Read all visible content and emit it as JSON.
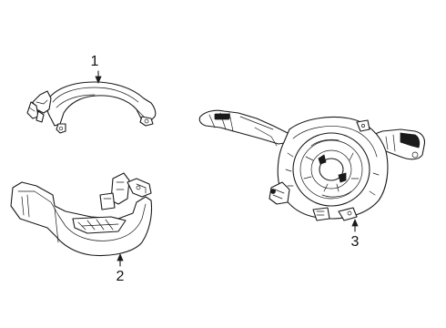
{
  "callouts": {
    "shroud_upper": "1",
    "shroud_lower": "2",
    "switch_clockspring": "3"
  },
  "colors": {
    "line": "#1a1a1a",
    "background": "#ffffff"
  }
}
